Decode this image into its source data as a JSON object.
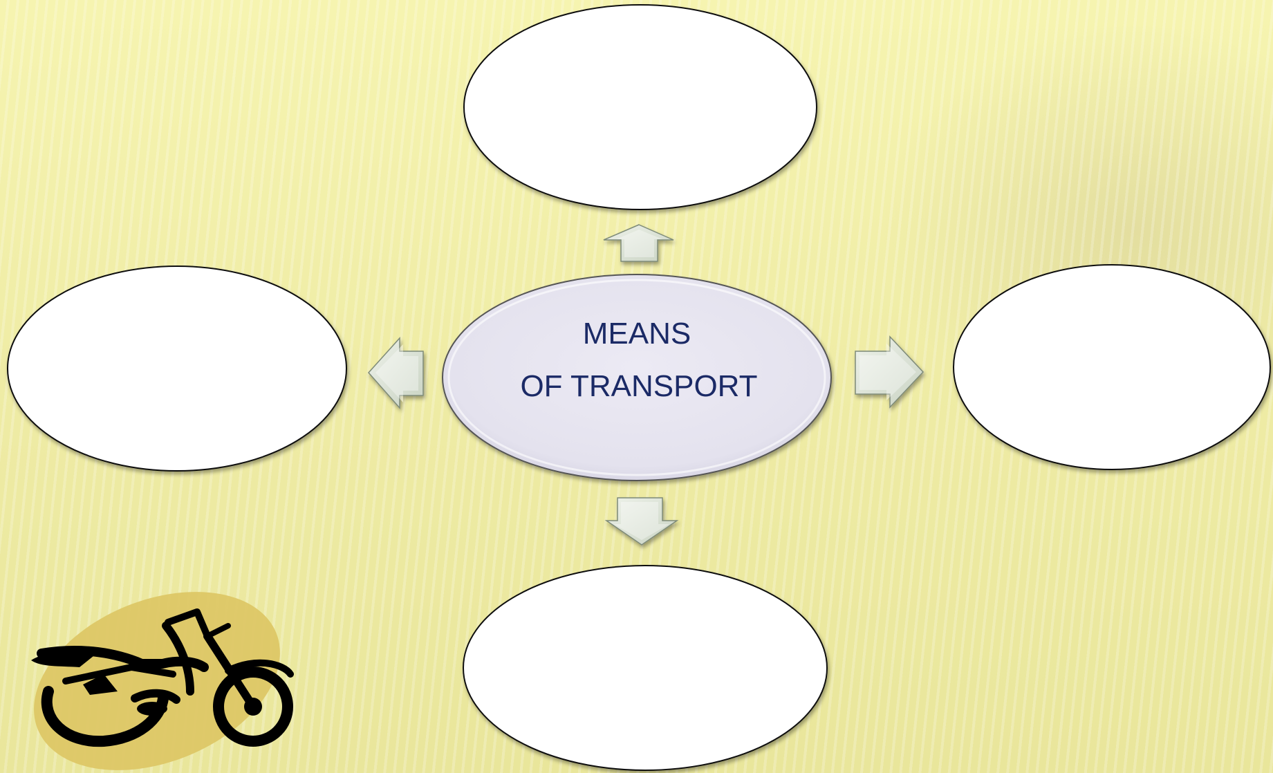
{
  "diagram": {
    "center": {
      "line1": "MEANS",
      "line2": "OF TRANSPORT"
    },
    "colors": {
      "background": "#f1efa6",
      "center_fill": "#e8e6f1",
      "text": "#1b2a66",
      "arrow_fill": "#d7dfd2",
      "bubble_fill": "#ffffff",
      "logo_fill": "#ddc766"
    },
    "bubbles": [
      {
        "position": "top",
        "text": ""
      },
      {
        "position": "left",
        "text": ""
      },
      {
        "position": "right",
        "text": ""
      },
      {
        "position": "bottom",
        "text": ""
      }
    ],
    "icon": "motorcycle-icon"
  }
}
